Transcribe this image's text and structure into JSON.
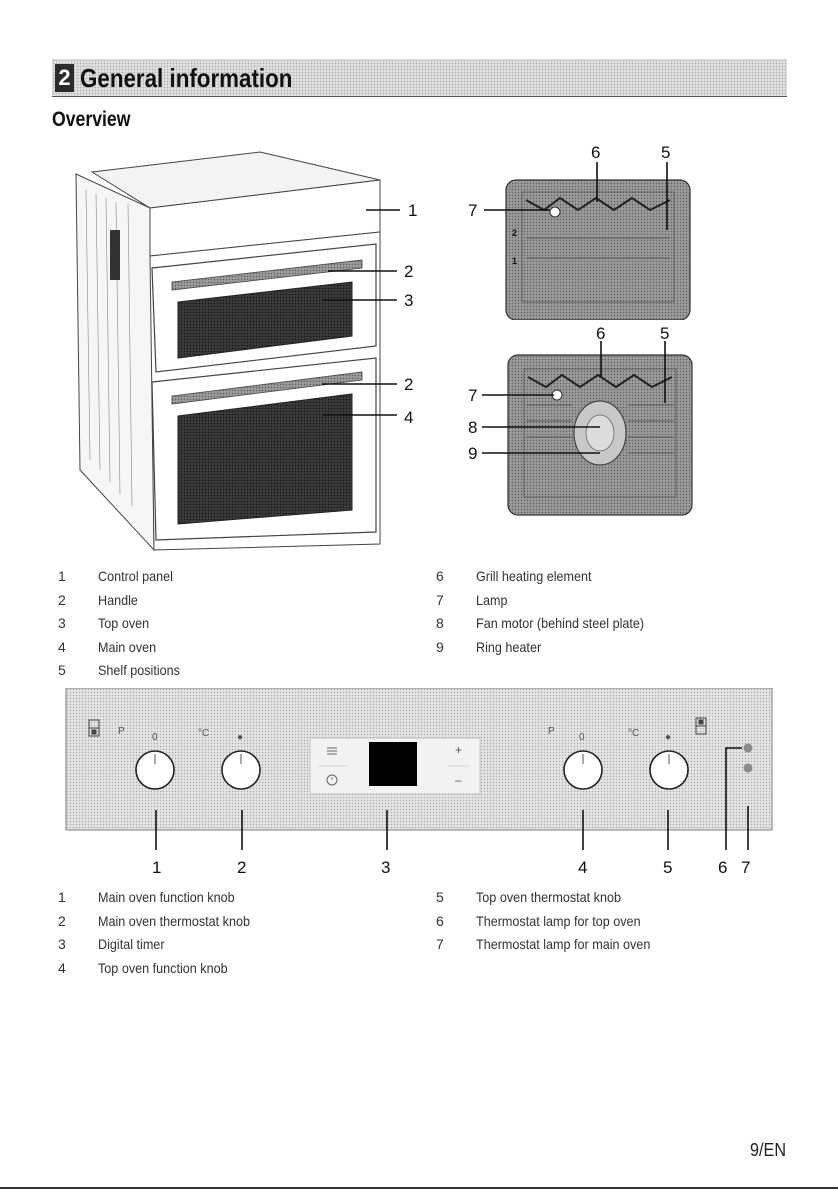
{
  "section": {
    "number": "2",
    "title": "General information"
  },
  "subtitle": "Overview",
  "oven_callouts": [
    "1",
    "2",
    "3",
    "2",
    "4"
  ],
  "cavity_top_callouts": [
    "6",
    "5",
    "7"
  ],
  "cavity_top_shelves": [
    "2",
    "1"
  ],
  "cavity_bottom_callouts": [
    "6",
    "5",
    "7",
    "8",
    "9"
  ],
  "legend_oven_left": [
    {
      "num": "1",
      "text": "Control panel"
    },
    {
      "num": "2",
      "text": "Handle"
    },
    {
      "num": "3",
      "text": "Top oven"
    },
    {
      "num": "4",
      "text": "Main oven"
    },
    {
      "num": "5",
      "text": "Shelf positions"
    }
  ],
  "legend_oven_right": [
    {
      "num": "6",
      "text": "Grill heating element"
    },
    {
      "num": "7",
      "text": "Lamp"
    },
    {
      "num": "8",
      "text": "Fan motor (behind steel plate)"
    },
    {
      "num": "9",
      "text": "Ring heater"
    }
  ],
  "panel": {
    "left_symbols": [
      "P",
      "0",
      "°C",
      "●"
    ],
    "right_symbols": [
      "P",
      "0",
      "°C",
      "●"
    ],
    "timer_symbols": [
      "+",
      "–"
    ],
    "callouts": [
      "1",
      "2",
      "3",
      "4",
      "5",
      "6",
      "7"
    ],
    "colors": {
      "panel_bg": "#e6e6e6",
      "display": "#000000",
      "lamp": "#8a8a8a"
    }
  },
  "legend_panel_left": [
    {
      "num": "1",
      "text": "Main oven function knob"
    },
    {
      "num": "2",
      "text": "Main oven thermostat knob"
    },
    {
      "num": "3",
      "text": "Digital timer"
    },
    {
      "num": "4",
      "text": "Top oven function knob"
    }
  ],
  "legend_panel_right": [
    {
      "num": "5",
      "text": "Top oven thermostat knob"
    },
    {
      "num": "6",
      "text": "Thermostat lamp for top oven"
    },
    {
      "num": "7",
      "text": "Thermostat lamp for main oven"
    }
  ],
  "page_number": "9/EN"
}
